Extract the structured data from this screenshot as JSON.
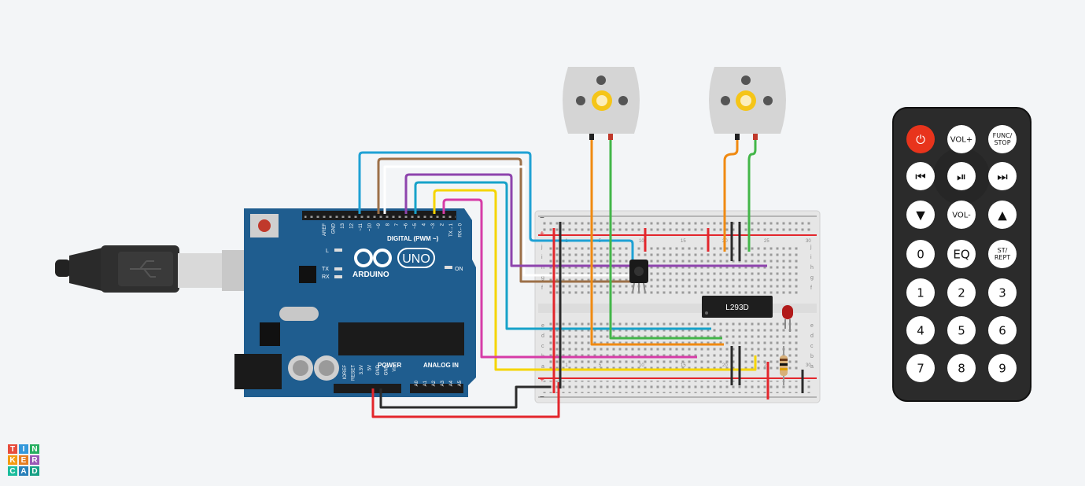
{
  "arduino": {
    "brand": "ARDUINO",
    "model": "UNO",
    "digital_label": "DIGITAL (PWM ~)",
    "power_label": "POWER",
    "analog_label": "ANALOG IN",
    "on_label": "ON",
    "l_label": "L",
    "tx_label": "TX",
    "rx_label": "RX",
    "digital_pins": [
      "AREF",
      "GND",
      "13",
      "12",
      "~11",
      "~10",
      "~9",
      "8",
      "7",
      "~6",
      "~5",
      "4",
      "~3",
      "2",
      "TX→1",
      "RX←0"
    ],
    "power_pins": [
      "IOREF",
      "RESET",
      "3.3V",
      "5V",
      "GND",
      "GND",
      "Vin"
    ],
    "analog_pins": [
      "A0",
      "A1",
      "A2",
      "A3",
      "A4",
      "A5"
    ]
  },
  "breadboard": {
    "top_row_letters": [
      "j",
      "i",
      "h",
      "g",
      "f"
    ],
    "bottom_row_letters": [
      "e",
      "d",
      "c",
      "b",
      "a"
    ],
    "column_numbers": [
      "1",
      "5",
      "10",
      "15",
      "20",
      "25",
      "30"
    ],
    "plus": "+",
    "minus": "−"
  },
  "ic": {
    "label": "L293D"
  },
  "remote": {
    "buttons": [
      {
        "label": "⏻",
        "name": "power-button",
        "color": "#e8341c"
      },
      {
        "label": "VOL+",
        "name": "vol-up-button"
      },
      {
        "label": "FUNC/\nSTOP",
        "name": "func-stop-button"
      },
      {
        "label": "⏮",
        "name": "prev-button"
      },
      {
        "label": "⏯",
        "name": "play-pause-button"
      },
      {
        "label": "⏭",
        "name": "next-button"
      },
      {
        "label": "▼",
        "name": "down-button"
      },
      {
        "label": "VOL-",
        "name": "vol-down-button"
      },
      {
        "label": "▲",
        "name": "up-button"
      },
      {
        "label": "0",
        "name": "digit-0-button"
      },
      {
        "label": "EQ",
        "name": "eq-button"
      },
      {
        "label": "ST/\nREPT",
        "name": "st-rept-button"
      },
      {
        "label": "1",
        "name": "digit-1-button"
      },
      {
        "label": "2",
        "name": "digit-2-button"
      },
      {
        "label": "3",
        "name": "digit-3-button"
      },
      {
        "label": "4",
        "name": "digit-4-button"
      },
      {
        "label": "5",
        "name": "digit-5-button"
      },
      {
        "label": "6",
        "name": "digit-6-button"
      },
      {
        "label": "7",
        "name": "digit-7-button"
      },
      {
        "label": "8",
        "name": "digit-8-button"
      },
      {
        "label": "9",
        "name": "digit-9-button"
      }
    ]
  },
  "logo": {
    "letters": [
      "T",
      "I",
      "N",
      "K",
      "E",
      "R",
      "C",
      "A",
      "D"
    ]
  },
  "colors": {
    "background": "#f3f5f7",
    "arduino_board": "#1f5d8f",
    "breadboard": "#e6e6e6",
    "wire_blue": "#1fa1d4",
    "wire_brown": "#9c7048",
    "wire_purple": "#8e44ad",
    "wire_cyan": "#17a2c9",
    "wire_yellow": "#f5d500",
    "wire_magenta": "#d63ca7",
    "wire_orange": "#f08a12",
    "wire_green": "#43b649",
    "wire_red": "#e3262c",
    "wire_black": "#2b2b2b",
    "remote_body": "#2b2b2b",
    "logo_tiles": [
      "#e74c3c",
      "#3498db",
      "#27ae60",
      "#f39c12",
      "#e67e22",
      "#9b59b6",
      "#1abc9c",
      "#2980b9",
      "#16a085"
    ]
  }
}
